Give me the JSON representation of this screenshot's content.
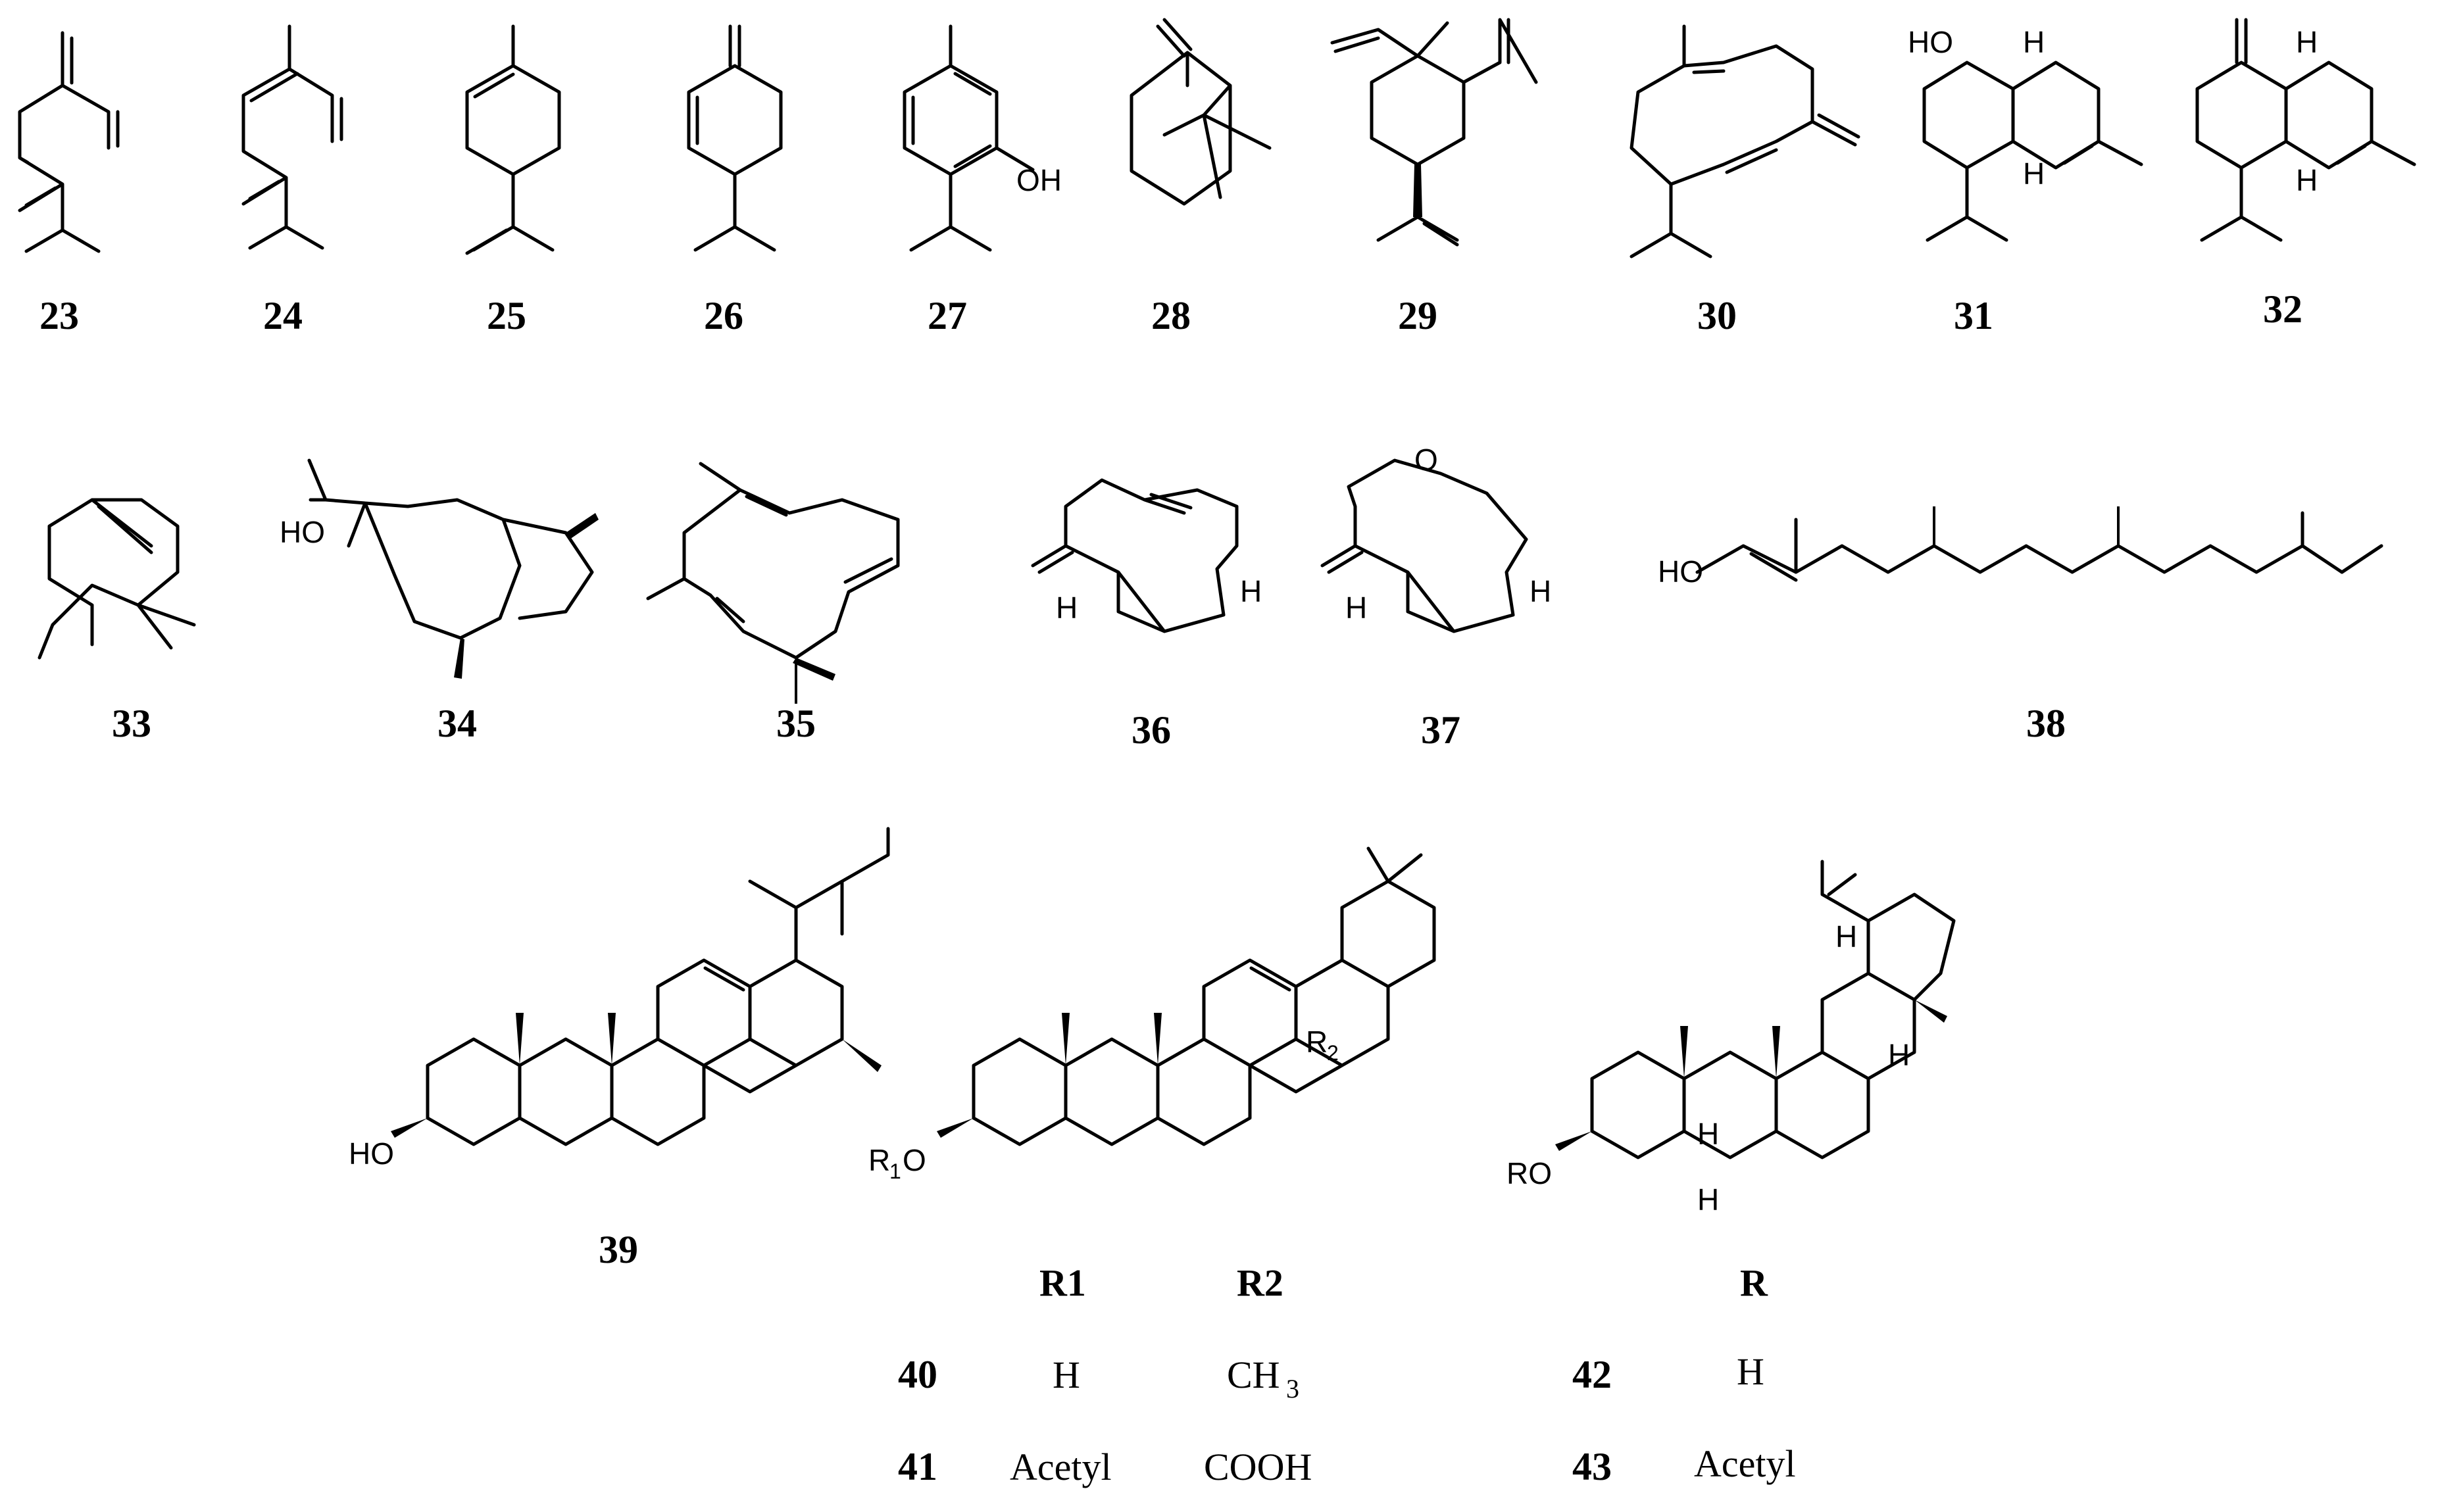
{
  "compound_labels": [
    "23",
    "24",
    "25",
    "26",
    "27",
    "28",
    "29",
    "30",
    "31",
    "32",
    "33",
    "34",
    "35",
    "36",
    "37",
    "38",
    "39",
    "40",
    "41",
    "42",
    "43"
  ],
  "atom_labels": {
    "oh": "OH",
    "ho": "HO",
    "h": "H",
    "o": "O",
    "r1o": "R",
    "r1o_sub": "1",
    "r1o_tail": "O",
    "r2": "R",
    "r2_sub": "2",
    "ro": "RO"
  },
  "table_40_41": {
    "headers": [
      "R1",
      "R2"
    ],
    "rows": [
      {
        "id": "40",
        "r1": "H",
        "r2": "CH",
        "r2_sub": "3"
      },
      {
        "id": "41",
        "r1": "Acetyl",
        "r2": "COOH"
      }
    ]
  },
  "table_42_43": {
    "header": "R",
    "rows": [
      {
        "id": "42",
        "r": "H"
      },
      {
        "id": "43",
        "r": "Acetyl"
      }
    ]
  }
}
